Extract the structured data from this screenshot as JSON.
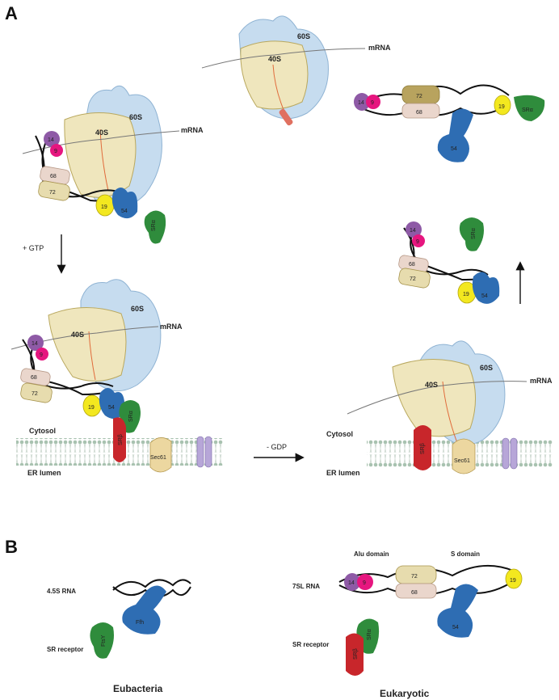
{
  "panel_a": {
    "letter": "A",
    "state1": {
      "large_subunit": "60S",
      "small_subunit": "40S",
      "mrna": "mRNA",
      "srp14": "14",
      "srp9": "9",
      "srp68": "68",
      "srp72": "72",
      "srp19": "19",
      "srp54": "54",
      "sr_alpha": "SRα"
    },
    "arrow_gtp": "+ GTP",
    "state2": {
      "large_subunit": "60S",
      "small_subunit": "40S",
      "mrna": "mRNA",
      "srp14": "14",
      "srp9": "9",
      "srp68": "68",
      "srp72": "72",
      "srp19": "19",
      "srp54": "54",
      "sr_alpha": "SRα",
      "sr_beta": "SRβ",
      "translocon": "Sec61",
      "cytosol": "Cytosol",
      "er_lumen": "ER lumen"
    },
    "arrow_gdp": "- GDP",
    "state3": {
      "large_subunit": "60S",
      "small_subunit": "40S",
      "mrna": "mRNA",
      "sr_beta": "SRβ",
      "translocon": "Sec61",
      "cytosol": "Cytosol",
      "er_lumen": "ER lumen"
    },
    "state4": {
      "srp14": "14",
      "srp9": "9",
      "srp68": "68",
      "srp72": "72",
      "srp19": "19",
      "srp54": "54",
      "sr_alpha": "SRα"
    },
    "state5": {
      "large_subunit": "60S",
      "small_subunit": "40S",
      "mrna": "mRNA"
    },
    "state6": {
      "srp14": "14",
      "srp9": "9",
      "srp72": "72",
      "srp68": "68",
      "srp19": "19",
      "srp54": "54",
      "sr_alpha": "SRα"
    }
  },
  "panel_b": {
    "letter": "B",
    "eubacteria": {
      "rna_label": "4.5S RNA",
      "receptor_label": "SR receptor",
      "ffh": "Ffh",
      "ftsy": "FtsY",
      "caption": "Eubacteria"
    },
    "eukaryotic": {
      "alu_domain": "Alu domain",
      "s_domain": "S domain",
      "rna_label": "7SL RNA",
      "receptor_label": "SR receptor",
      "srp14": "14",
      "srp9": "9",
      "srp72": "72",
      "srp68": "68",
      "srp19": "19",
      "srp54": "54",
      "sr_alpha": "SRα",
      "sr_beta": "SRβ",
      "caption": "Eukaryotic"
    }
  },
  "colors": {
    "ribosome_60s": "#c6dcef",
    "ribosome_40s": "#efe6bd",
    "srp14": "#8e5aa6",
    "srp9": "#e6167f",
    "srp68": "#ead6cc",
    "srp72": "#e7dcae",
    "srp19": "#f3e81f",
    "srp54": "#2e6db3",
    "sr_alpha": "#2f8c3c",
    "sr_beta": "#c8262b",
    "sec61": "#ecd7a0",
    "membrane_head": "#9fb8a8"
  }
}
